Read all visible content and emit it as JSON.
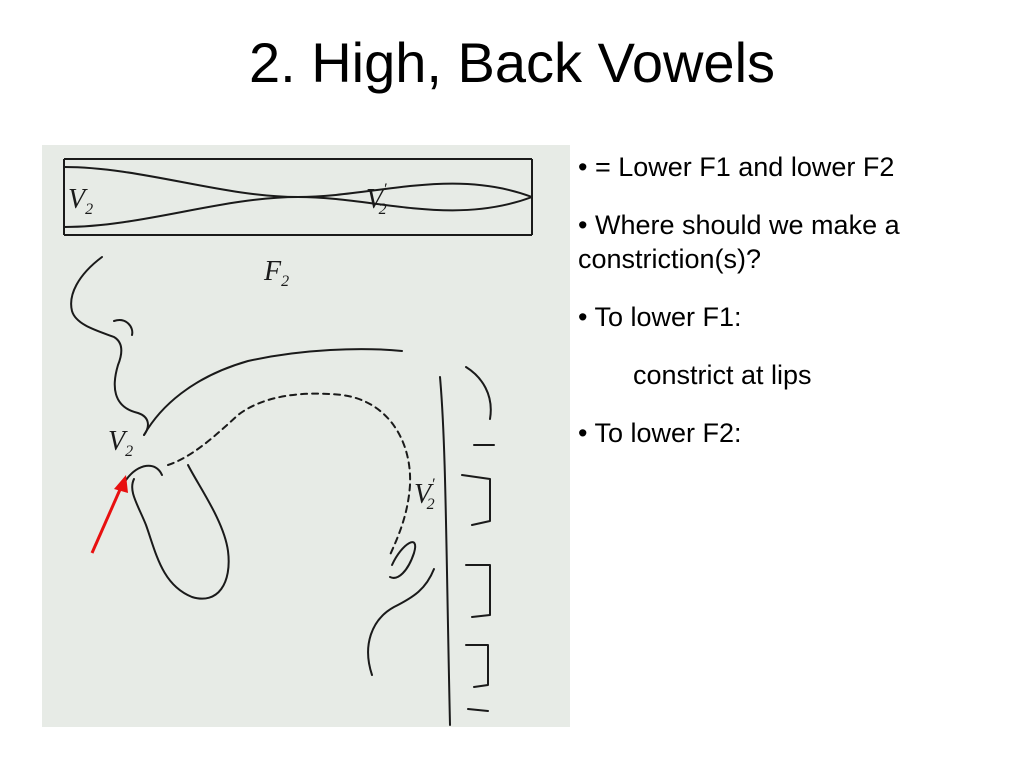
{
  "slide": {
    "title": "2. High, Back Vowels"
  },
  "figure": {
    "labels": {
      "v2_top_left": "V",
      "v2_top_left_sub": "2",
      "v2_top_right": "V",
      "v2_top_right_sub": "2",
      "v2_top_right_prime": "′",
      "f2": "F",
      "f2_sub": "2",
      "v2_lips": "V",
      "v2_lips_sub": "2",
      "v2_pharynx": "V",
      "v2_pharynx_sub": "2",
      "v2_pharynx_prime": "′"
    },
    "colors": {
      "panel_bg": "#e7ebe6",
      "line": "#1a1a1a",
      "arrow": "#e81010"
    }
  },
  "bullets": [
    {
      "text": "• = Lower F1 and lower F2",
      "indent": false
    },
    {
      "text": "• Where should we make a constriction(s)?",
      "indent": false
    },
    {
      "text": "• To lower F1:",
      "indent": false
    },
    {
      "text": "constrict at lips",
      "indent": true
    },
    {
      "text": "• To lower F2:",
      "indent": false
    }
  ]
}
